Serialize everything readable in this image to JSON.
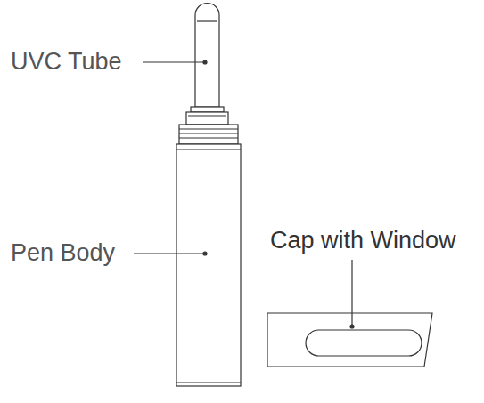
{
  "diagram": {
    "labels": [
      "UVC Tube",
      "Pen Body",
      "Cap with Window"
    ]
  }
}
